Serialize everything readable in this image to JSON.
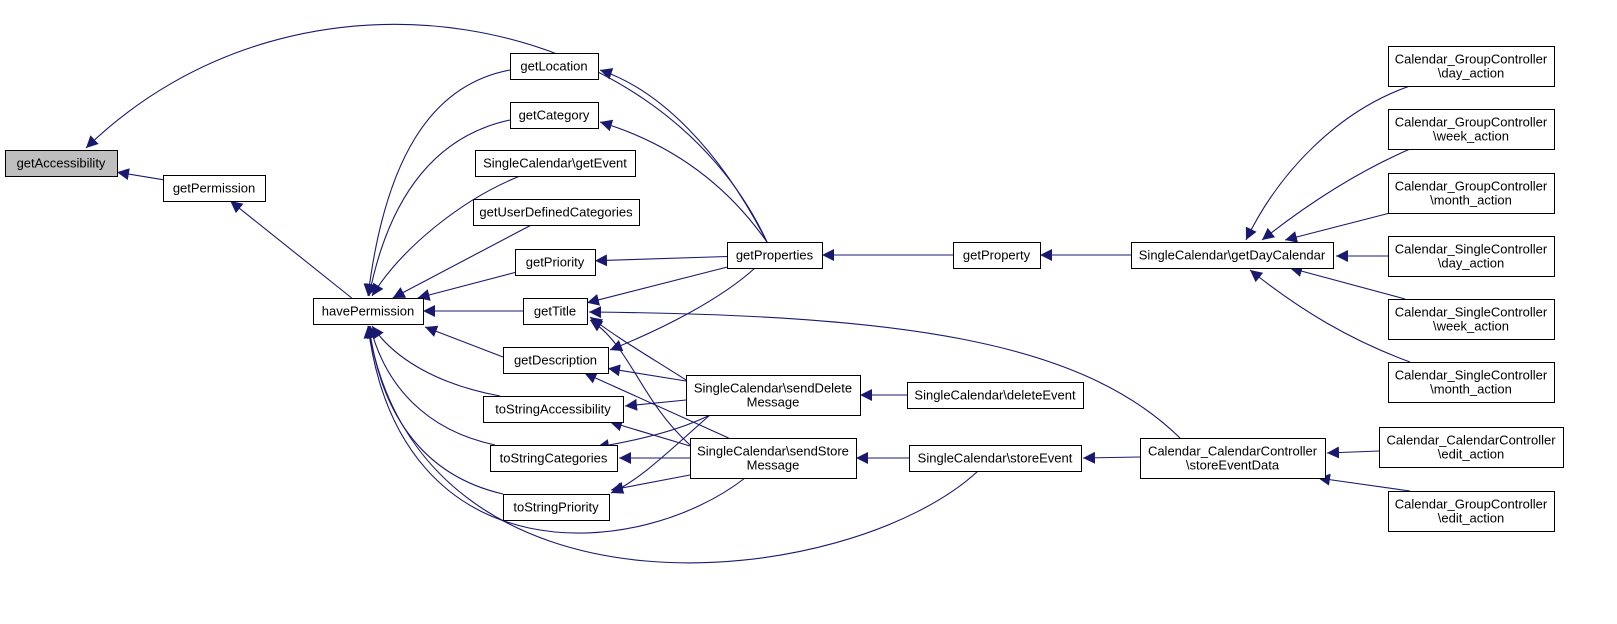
{
  "diagram": {
    "title": "",
    "nodes": {
      "getAccessibility": [
        "getAccessibility"
      ],
      "getPermission": [
        "getPermission"
      ],
      "havePermission": [
        "havePermission"
      ],
      "getLocation": [
        "getLocation"
      ],
      "getCategory": [
        "getCategory"
      ],
      "getEvent": [
        "SingleCalendar\\getEvent"
      ],
      "getUserDefinedCategories": [
        "getUserDefinedCategories"
      ],
      "getPriority": [
        "getPriority"
      ],
      "getTitle": [
        "getTitle"
      ],
      "getDescription": [
        "getDescription"
      ],
      "toStringAccessibility": [
        "toStringAccessibility"
      ],
      "toStringCategories": [
        "toStringCategories"
      ],
      "toStringPriority": [
        "toStringPriority"
      ],
      "getProperties": [
        "getProperties"
      ],
      "sendDeleteMessage": [
        "SingleCalendar\\sendDelete",
        "Message"
      ],
      "sendStoreMessage": [
        "SingleCalendar\\sendStore",
        "Message"
      ],
      "getProperty": [
        "getProperty"
      ],
      "deleteEvent": [
        "SingleCalendar\\deleteEvent"
      ],
      "storeEvent": [
        "SingleCalendar\\storeEvent"
      ],
      "getDayCalendar": [
        "SingleCalendar\\getDayCalendar"
      ],
      "storeEventData": [
        "Calendar_CalendarController",
        "\\storeEventData"
      ],
      "groupDay": [
        "Calendar_GroupController",
        "\\day_action"
      ],
      "groupWeek": [
        "Calendar_GroupController",
        "\\week_action"
      ],
      "groupMonth": [
        "Calendar_GroupController",
        "\\month_action"
      ],
      "singleDay": [
        "Calendar_SingleController",
        "\\day_action"
      ],
      "singleWeek": [
        "Calendar_SingleController",
        "\\week_action"
      ],
      "singleMonth": [
        "Calendar_SingleController",
        "\\month_action"
      ],
      "calEdit": [
        "Calendar_CalendarController",
        "\\edit_action"
      ],
      "groupEdit": [
        "Calendar_GroupController",
        "\\edit_action"
      ]
    },
    "edges": [
      [
        "getPermission",
        "getAccessibility"
      ],
      [
        "getProperties",
        "getAccessibility"
      ],
      [
        "havePermission",
        "getPermission"
      ],
      [
        "getLocation",
        "havePermission"
      ],
      [
        "getCategory",
        "havePermission"
      ],
      [
        "getEvent",
        "havePermission"
      ],
      [
        "getUserDefinedCategories",
        "havePermission"
      ],
      [
        "getPriority",
        "havePermission"
      ],
      [
        "getTitle",
        "havePermission"
      ],
      [
        "getDescription",
        "havePermission"
      ],
      [
        "toStringAccessibility",
        "havePermission"
      ],
      [
        "toStringCategories",
        "havePermission"
      ],
      [
        "toStringPriority",
        "havePermission"
      ],
      [
        "sendStoreMessage",
        "havePermission"
      ],
      [
        "storeEvent",
        "havePermission"
      ],
      [
        "getProperties",
        "getLocation"
      ],
      [
        "getProperties",
        "getCategory"
      ],
      [
        "getProperties",
        "getPriority"
      ],
      [
        "getProperties",
        "getTitle"
      ],
      [
        "sendDeleteMessage",
        "getTitle"
      ],
      [
        "sendStoreMessage",
        "getTitle"
      ],
      [
        "storeEventData",
        "getTitle"
      ],
      [
        "getProperties",
        "getDescription"
      ],
      [
        "sendDeleteMessage",
        "getDescription"
      ],
      [
        "sendStoreMessage",
        "getDescription"
      ],
      [
        "sendDeleteMessage",
        "toStringAccessibility"
      ],
      [
        "sendStoreMessage",
        "toStringAccessibility"
      ],
      [
        "sendDeleteMessage",
        "toStringCategories"
      ],
      [
        "sendStoreMessage",
        "toStringCategories"
      ],
      [
        "sendDeleteMessage",
        "toStringPriority"
      ],
      [
        "sendStoreMessage",
        "toStringPriority"
      ],
      [
        "getProperty",
        "getProperties"
      ],
      [
        "deleteEvent",
        "sendDeleteMessage"
      ],
      [
        "storeEvent",
        "sendStoreMessage"
      ],
      [
        "getDayCalendar",
        "getProperty"
      ],
      [
        "storeEventData",
        "storeEvent"
      ],
      [
        "groupDay",
        "getDayCalendar"
      ],
      [
        "groupWeek",
        "getDayCalendar"
      ],
      [
        "groupMonth",
        "getDayCalendar"
      ],
      [
        "singleDay",
        "getDayCalendar"
      ],
      [
        "singleWeek",
        "getDayCalendar"
      ],
      [
        "singleMonth",
        "getDayCalendar"
      ],
      [
        "calEdit",
        "storeEventData"
      ],
      [
        "groupEdit",
        "storeEventData"
      ]
    ]
  },
  "colors": {
    "edge": "#191970",
    "focus_fill": "#bfbfbf",
    "node_fill": "#ffffff",
    "node_stroke": "#000000"
  }
}
